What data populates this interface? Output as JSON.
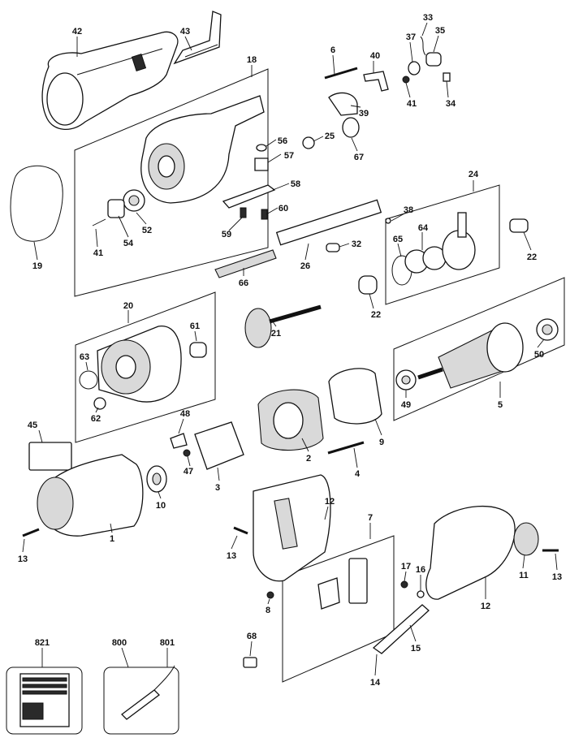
{
  "diagram": {
    "labels": [
      "42",
      "43",
      "18",
      "6",
      "40",
      "33",
      "37",
      "35",
      "41",
      "34",
      "39",
      "25",
      "56",
      "57",
      "67",
      "19",
      "41",
      "54",
      "52",
      "58",
      "59",
      "60",
      "24",
      "38",
      "22",
      "65",
      "64",
      "32",
      "26",
      "66",
      "22",
      "20",
      "61",
      "21",
      "63",
      "62",
      "50",
      "49",
      "5",
      "45",
      "48",
      "47",
      "3",
      "2",
      "9",
      "4",
      "10",
      "1",
      "13",
      "12",
      "13",
      "7",
      "17",
      "16",
      "8",
      "11",
      "13",
      "12",
      "68",
      "15",
      "14",
      "821",
      "800",
      "801"
    ]
  }
}
